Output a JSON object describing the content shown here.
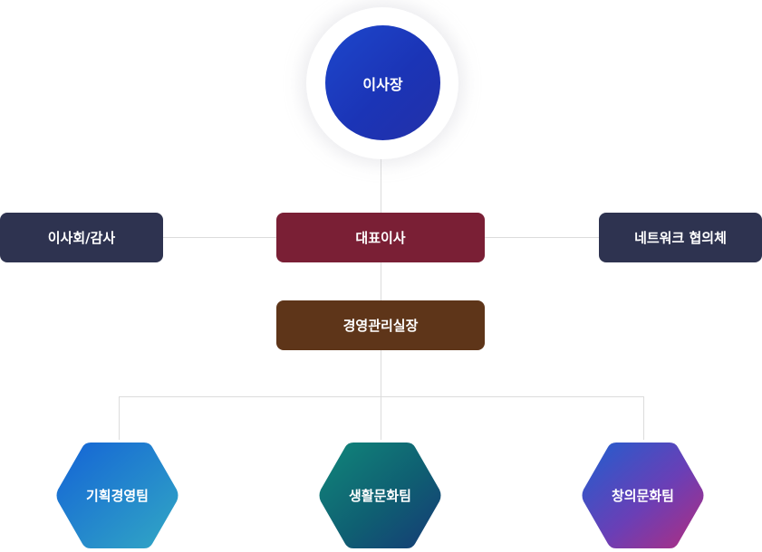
{
  "chairman": {
    "label": "이사장"
  },
  "ceo": {
    "label": "대표이사"
  },
  "board": {
    "label": "이사회/감사"
  },
  "network": {
    "label": "네트워크 협의체"
  },
  "director": {
    "label": "경영관리실장"
  },
  "teams": [
    {
      "label": "기획경영팀"
    },
    {
      "label": "생활문화팀"
    },
    {
      "label": "창의문화팀"
    }
  ],
  "colors": {
    "chairman": "#1d3fc4",
    "ceo": "#7a1f35",
    "side_boxes": "#2e3350",
    "director": "#5e3519",
    "connector": "#dcdcdc"
  }
}
